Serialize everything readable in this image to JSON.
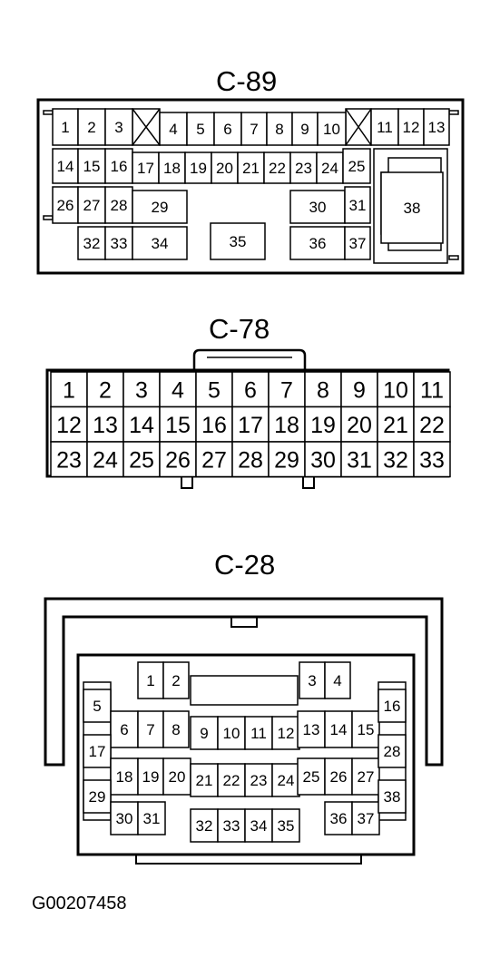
{
  "connectors": {
    "c89": {
      "title": "C-89",
      "pins": [
        "1",
        "2",
        "3",
        "4",
        "5",
        "6",
        "7",
        "8",
        "9",
        "10",
        "11",
        "12",
        "13",
        "14",
        "15",
        "16",
        "17",
        "18",
        "19",
        "20",
        "21",
        "22",
        "23",
        "24",
        "25",
        "26",
        "27",
        "28",
        "29",
        "30",
        "31",
        "32",
        "33",
        "34",
        "35",
        "36",
        "37",
        "38"
      ]
    },
    "c78": {
      "title": "C-78",
      "pins": [
        "1",
        "2",
        "3",
        "4",
        "5",
        "6",
        "7",
        "8",
        "9",
        "10",
        "11",
        "12",
        "13",
        "14",
        "15",
        "16",
        "17",
        "18",
        "19",
        "20",
        "21",
        "22",
        "23",
        "24",
        "25",
        "26",
        "27",
        "28",
        "29",
        "30",
        "31",
        "32",
        "33"
      ]
    },
    "c28": {
      "title": "C-28",
      "pins": [
        "1",
        "2",
        "3",
        "4",
        "5",
        "6",
        "7",
        "8",
        "9",
        "10",
        "11",
        "12",
        "13",
        "14",
        "15",
        "16",
        "17",
        "18",
        "19",
        "20",
        "21",
        "22",
        "23",
        "24",
        "25",
        "26",
        "27",
        "28",
        "29",
        "30",
        "31",
        "32",
        "33",
        "34",
        "35",
        "36",
        "37",
        "38"
      ]
    }
  },
  "figure_id": "G00207458"
}
